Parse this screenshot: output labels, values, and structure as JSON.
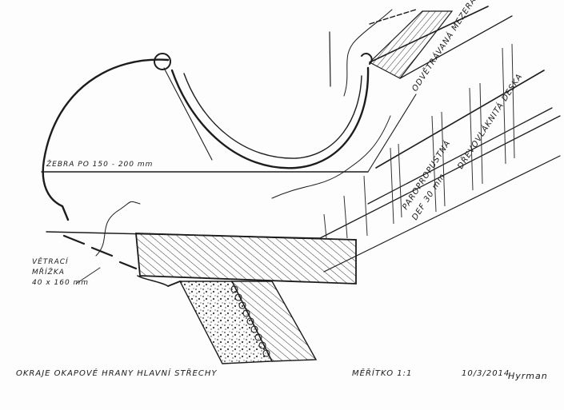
{
  "labels": {
    "zebra": "ŽEBRA PO 150 - 200 mm",
    "vetraci_line1": "VĚTRACÍ",
    "vetraci_line2": "MŘÍŽKA",
    "vetraci_line3": "40 x 160 mm",
    "odvetravana": "ODVĚTRÁVANÁ MEZERA",
    "drevovlaknita": "DŘEVOVLÁKNITÁ DESKA",
    "paropropustna": "PAROPROPUSTNÁ",
    "def": "DEF 30 mm"
  },
  "title_block": {
    "title": "OKRAJE OKAPOVÉ HRANY HLAVNÍ STŘECHY",
    "scale": "MĚŘÍTKO 1:1",
    "date": "10/3/2014",
    "author": "Hyrman"
  },
  "colors": {
    "ink": "#1c1c1c",
    "paper": "#fdfdfd"
  }
}
